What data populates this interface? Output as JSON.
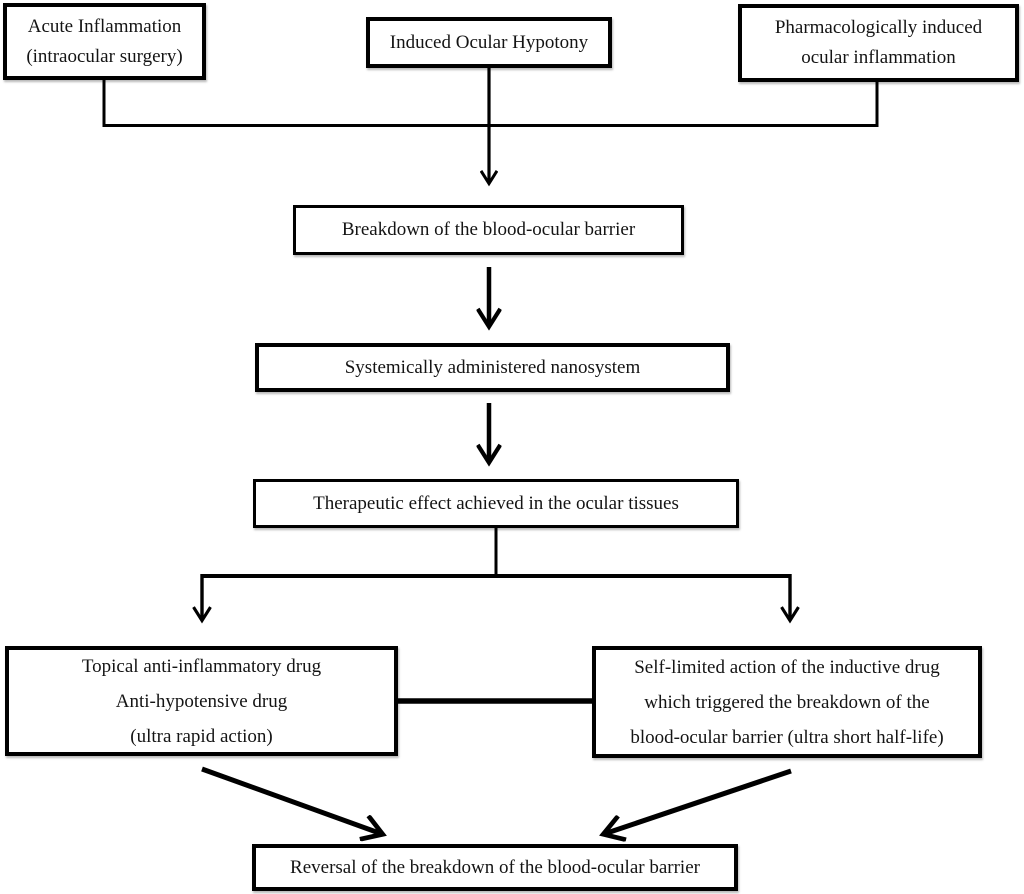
{
  "colors": {
    "line": "#000000",
    "box_border": "#000000",
    "background": "#ffffff",
    "text": "#141414"
  },
  "nodes": {
    "acute": {
      "lines": [
        "Acute Inflammation",
        "(intraocular surgery)"
      ]
    },
    "hypotony": {
      "lines": [
        "Induced Ocular Hypotony"
      ]
    },
    "pharma": {
      "lines": [
        "Pharmacologically induced",
        "ocular inflammation"
      ]
    },
    "breakdown": {
      "lines": [
        "Breakdown of the blood-ocular barrier"
      ]
    },
    "nanosystem": {
      "lines": [
        "Systemically administered nanosystem"
      ]
    },
    "therapeutic": {
      "lines": [
        "Therapeutic effect achieved in the ocular tissues"
      ]
    },
    "topical": {
      "lines": [
        "Topical anti-inflammatory drug",
        "Anti-hypotensive drug",
        "(ultra rapid action)"
      ]
    },
    "self_limited": {
      "lines": [
        "Self-limited action of the inductive drug",
        "which triggered the breakdown of the",
        "blood-ocular barrier (ultra short half-life)"
      ]
    },
    "reversal": {
      "lines": [
        "Reversal of the breakdown of the blood-ocular barrier"
      ]
    }
  },
  "edges": [
    {
      "from": "acute",
      "to": "breakdown",
      "type": "arrow"
    },
    {
      "from": "hypotony",
      "to": "breakdown",
      "type": "arrow"
    },
    {
      "from": "pharma",
      "to": "breakdown",
      "type": "arrow"
    },
    {
      "from": "breakdown",
      "to": "nanosystem",
      "type": "arrow"
    },
    {
      "from": "nanosystem",
      "to": "therapeutic",
      "type": "arrow"
    },
    {
      "from": "therapeutic",
      "to": "topical",
      "type": "arrow"
    },
    {
      "from": "therapeutic",
      "to": "self_limited",
      "type": "arrow"
    },
    {
      "from": "topical",
      "to": "self_limited",
      "type": "plain-line"
    },
    {
      "from": "topical",
      "to": "reversal",
      "type": "arrow"
    },
    {
      "from": "self_limited",
      "to": "reversal",
      "type": "arrow"
    }
  ]
}
